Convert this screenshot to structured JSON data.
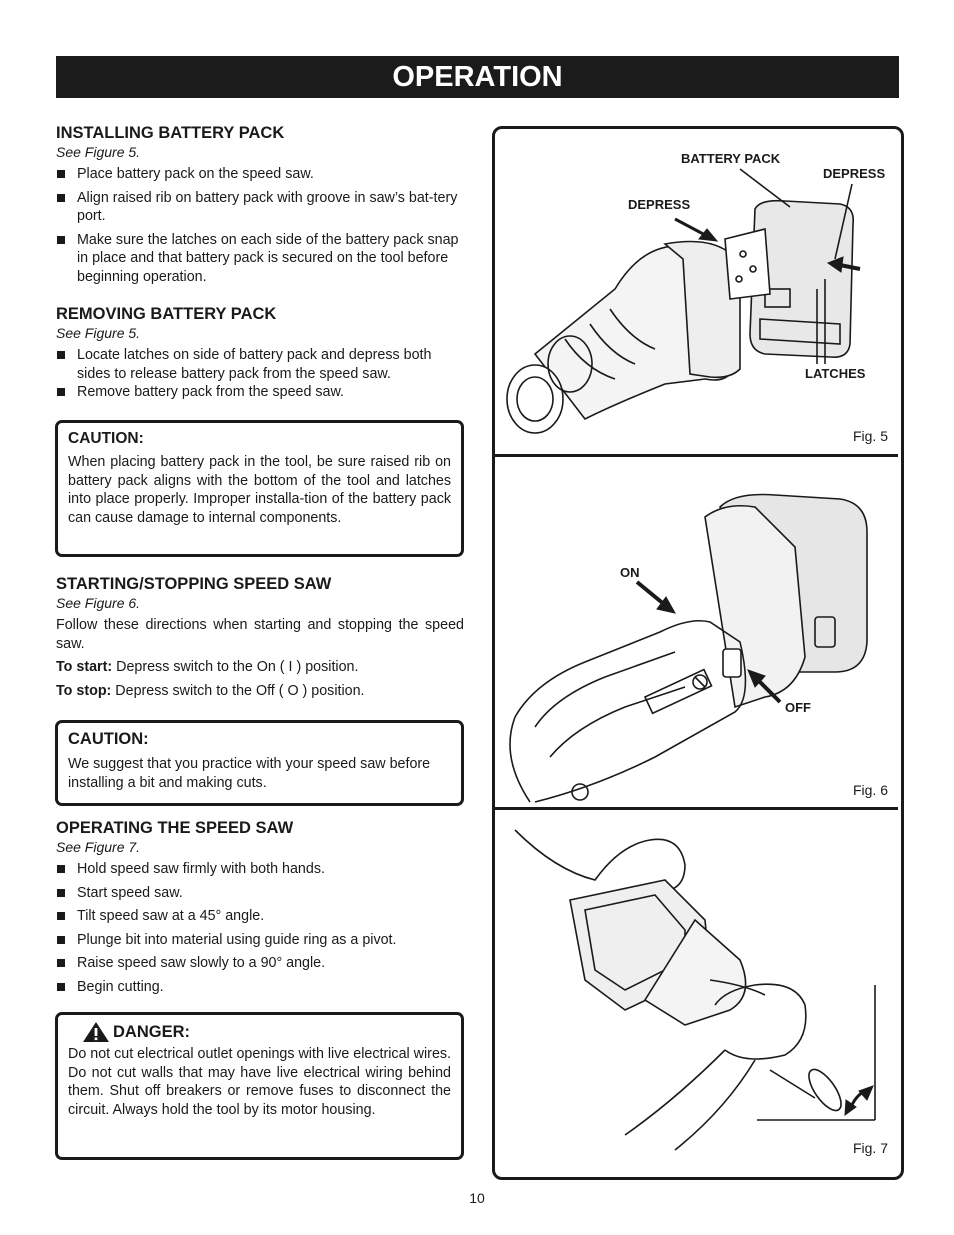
{
  "header": {
    "title": "OPERATION"
  },
  "installing": {
    "heading": "INSTALLING BATTERY PACK",
    "see": "See Figure 5.",
    "bullets": [
      "Place battery pack on the speed saw.",
      "Align raised rib on battery pack with groove in saw’s bat-tery port.",
      "Make sure the latches on each side of the battery pack snap in place and that battery pack is secured on the tool before beginning operation."
    ]
  },
  "removing": {
    "heading": "REMOVING BATTERY PACK",
    "see": "See Figure 5.",
    "bullets": [
      "Locate latches on side of battery pack and depress both sides to release battery pack from the speed saw.",
      "Remove battery pack from the speed saw."
    ]
  },
  "caution1": {
    "title": "CAUTION:",
    "body": "When placing battery pack in the tool, be sure raised rib on battery pack aligns with the bottom of the tool and latches into place properly. Improper installa-tion of the battery pack can cause damage to internal components."
  },
  "starting": {
    "heading": "STARTING/STOPPING SPEED SAW",
    "see": "See Figure 6.",
    "intro": "Follow these directions when starting and stopping the speed saw.",
    "start_label": "To start:",
    "start_text": " Depress switch to the On ( I ) position.",
    "stop_label": "To stop:",
    "stop_text": " Depress switch to the Off ( O ) position."
  },
  "caution2": {
    "title": "CAUTION:",
    "body": "We suggest that you practice with your speed saw before installing a bit and making cuts."
  },
  "operating": {
    "heading": "OPERATING THE SPEED SAW",
    "see": "See Figure 7.",
    "bullets": [
      "Hold speed saw firmly with both hands.",
      "Start speed saw.",
      "Tilt speed saw at a 45° angle.",
      "Plunge bit into material using guide ring as a pivot.",
      "Raise speed saw slowly to a 90° angle.",
      "Begin cutting."
    ]
  },
  "danger": {
    "title": "DANGER:",
    "body": "Do not cut electrical outlet openings with live electrical wires. Do not cut walls that may have live electrical wiring behind them. Shut off breakers or remove fuses to disconnect the circuit. Always hold the tool by its motor housing."
  },
  "fig5": {
    "label_battery_pack": "BATTERY PACK",
    "label_depress_right": "DEPRESS",
    "label_depress_left": "DEPRESS",
    "label_latches": "LATCHES",
    "caption": "Fig. 5"
  },
  "fig6": {
    "label_on": "ON",
    "label_off": "OFF",
    "caption": "Fig. 6"
  },
  "fig7": {
    "caption": "Fig. 7"
  },
  "footer": {
    "page_number": "10"
  }
}
